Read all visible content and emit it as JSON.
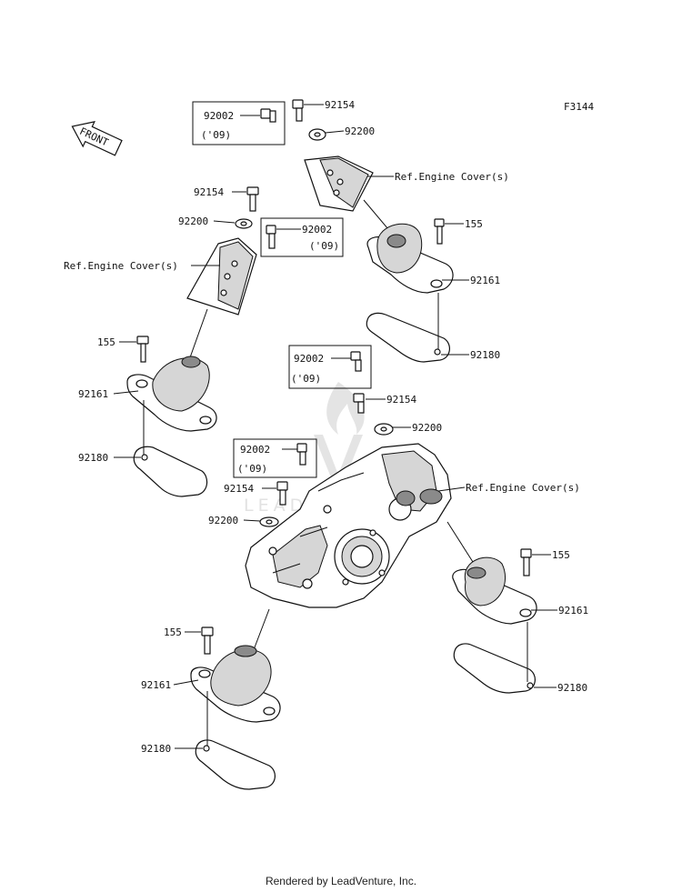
{
  "diagram_id": "F3144",
  "front_label": "FRONT",
  "parts": {
    "p92002": "92002",
    "p92154": "92154",
    "p92200": "92200",
    "p155": "155",
    "p92161": "92161",
    "p92180": "92180"
  },
  "year_note": "('09)",
  "ref_engine_cover": "Ref.Engine Cover(s)",
  "watermark_text": "LEADVENTURE",
  "footer": "Rendered by LeadVenture, Inc.",
  "colors": {
    "line": "#111111",
    "shade": "#d6d6d6",
    "watermark": "#e4e4e4"
  }
}
